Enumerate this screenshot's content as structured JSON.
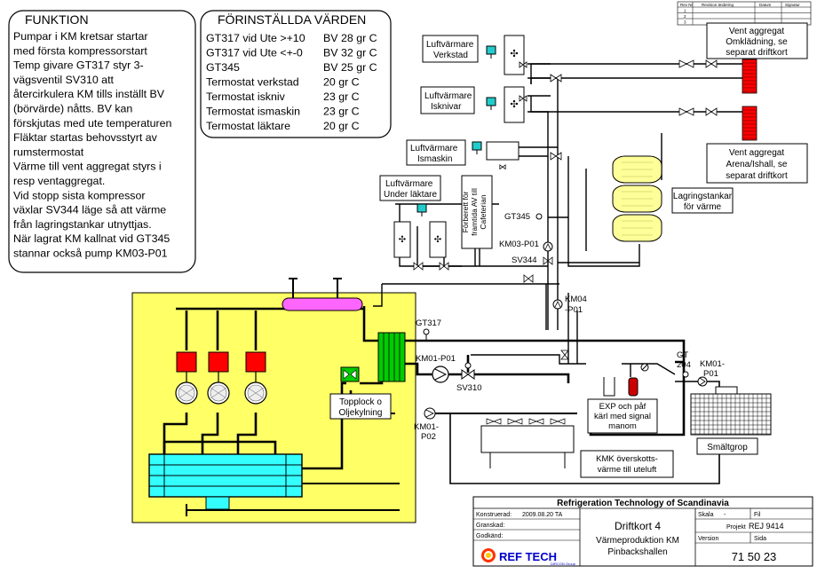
{
  "funktion": {
    "title": "FUNKTION",
    "lines": [
      "Pumpar i KM kretsar startar",
      "med första kompressorstart",
      "Temp givare GT317 styr 3-",
      "vägsventil SV310 att",
      "återcirkulera KM tills inställt BV",
      "(börvärde) nåtts. BV kan",
      "förskjutas med ute temperaturen",
      "Fläktar startas behovsstyrt av",
      "rumstermostat",
      "Värme till vent aggregat styrs i",
      "resp ventaggregat.",
      "Vid stopp sista kompressor",
      "växlar SV344  läge så att värme",
      "från lagringstankar utnyttjas.",
      "När lagrat KM kallnat vid GT345",
      "stannar också pump KM03-P01"
    ]
  },
  "presets": {
    "title": "FÖRINSTÄLLDA VÄRDEN",
    "rows": [
      {
        "name": "GT317 vid Ute >+10",
        "value": "BV 28 gr C"
      },
      {
        "name": "GT317 vid Ute <+-0",
        "value": "BV 32 gr C"
      },
      {
        "name": "GT345",
        "value": "BV 25 gr C"
      },
      {
        "name": "Termostat verkstad",
        "value": "20 gr C"
      },
      {
        "name": "Termostat iskniv",
        "value": "23 gr C"
      },
      {
        "name": "Termostat ismaskin",
        "value": "23 gr C"
      },
      {
        "name": "Termostat läktare",
        "value": "20 gr C"
      }
    ]
  },
  "revision_table": {
    "headers": [
      "Rev Nr",
      "Revision ändering",
      "Datum",
      "Signatur"
    ],
    "rows": [
      "1",
      "2",
      "3"
    ]
  },
  "labels": {
    "lv_verkstad": [
      "Luftvärmare",
      "Verkstad"
    ],
    "lv_iskniv": [
      "Luftvärmare",
      "Isknivar"
    ],
    "lv_ismaskin": [
      "Luftvärmare",
      "Ismaskin"
    ],
    "lv_laktare": [
      "Luftvärmare",
      "Under läktare"
    ],
    "cafeteria": [
      "Förberett för",
      "framtida AV till",
      "Cafeterian"
    ],
    "vent_top": [
      "Vent aggregat",
      "Omklädning, se",
      "separat driftkort"
    ],
    "vent_bottom": [
      "Vent aggregat",
      "Arena/Ishall, se",
      "separat driftkort"
    ],
    "storage": [
      "Lagringstankar",
      "för värme"
    ],
    "gt345": "GT345",
    "km03": "KM03-P01",
    "sv344": "SV344",
    "km04": [
      "KM04",
      "-P01"
    ],
    "gt317": "GT317",
    "km01_p01": "KM01-P01",
    "sv310": "SV310",
    "topplock": [
      "Topplock o",
      "Oljekylning"
    ],
    "km01_p02": [
      "KM01-",
      "P02"
    ],
    "exp": [
      "EXP och påf",
      "kärl med signal",
      "manom"
    ],
    "kmk": [
      "KMK överskotts-",
      "värme till uteluft"
    ],
    "gt204": [
      "GT",
      "204"
    ],
    "km01_p01_right": [
      "KM01-",
      "P01"
    ],
    "smaltgrop": "Smältgrop"
  },
  "title_block": {
    "company": "Refrigeration Technology of Scandinavia",
    "konstruerad_label": "Konstruerad:",
    "konstruerad_value": "2009.08.20 TA",
    "granskad_label": "Granskad:",
    "godkand_label": "Godkänd:",
    "driftkort": "Driftkort 4",
    "subtitle1": "Värmeproduktion KM",
    "subtitle2": "Pinbackshallen",
    "skala_label": "Skala",
    "skala_value": "-",
    "fil_label": "Fil",
    "projekt_label": "Projekt",
    "projekt_value": "REJ 9414",
    "version_label": "Version",
    "sida_label": "Sida",
    "doc_number": "71 50 23",
    "logo_text": "REF TECH",
    "logo_sub": "DIRCON Group"
  },
  "colors": {
    "yellow": "#ffff66",
    "red": "#ff0000",
    "cyan": "#33ffff",
    "green": "#00cc00",
    "pink": "#ff66ff",
    "tank": "#ffff99"
  }
}
